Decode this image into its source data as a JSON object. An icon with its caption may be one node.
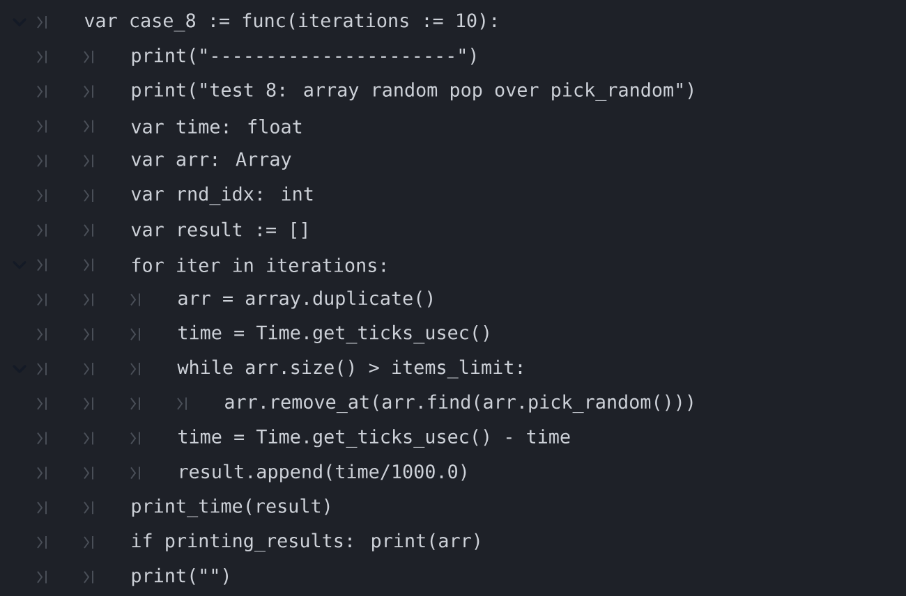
{
  "diagram": {
    "labels": [
      "var case_8 := func(iterations := 10):",
      "print(\"----------------------\")",
      "print(\"test 8: array random pop over pick_random\")",
      "var time: float",
      "var arr: Array",
      "var rnd_idx: int",
      "var result := []",
      "for iter in iterations:",
      "arr = array.duplicate()",
      "time = Time.get_ticks_usec()",
      "while arr.size() > items_limit:",
      "arr.remove_at(arr.find(arr.pick_random()))",
      "time = Time.get_ticks_usec() - time",
      "result.append(time/1000.0)",
      "print_time(result)",
      "if printing_results: print(arr)",
      "print(\"\")"
    ]
  }
}
